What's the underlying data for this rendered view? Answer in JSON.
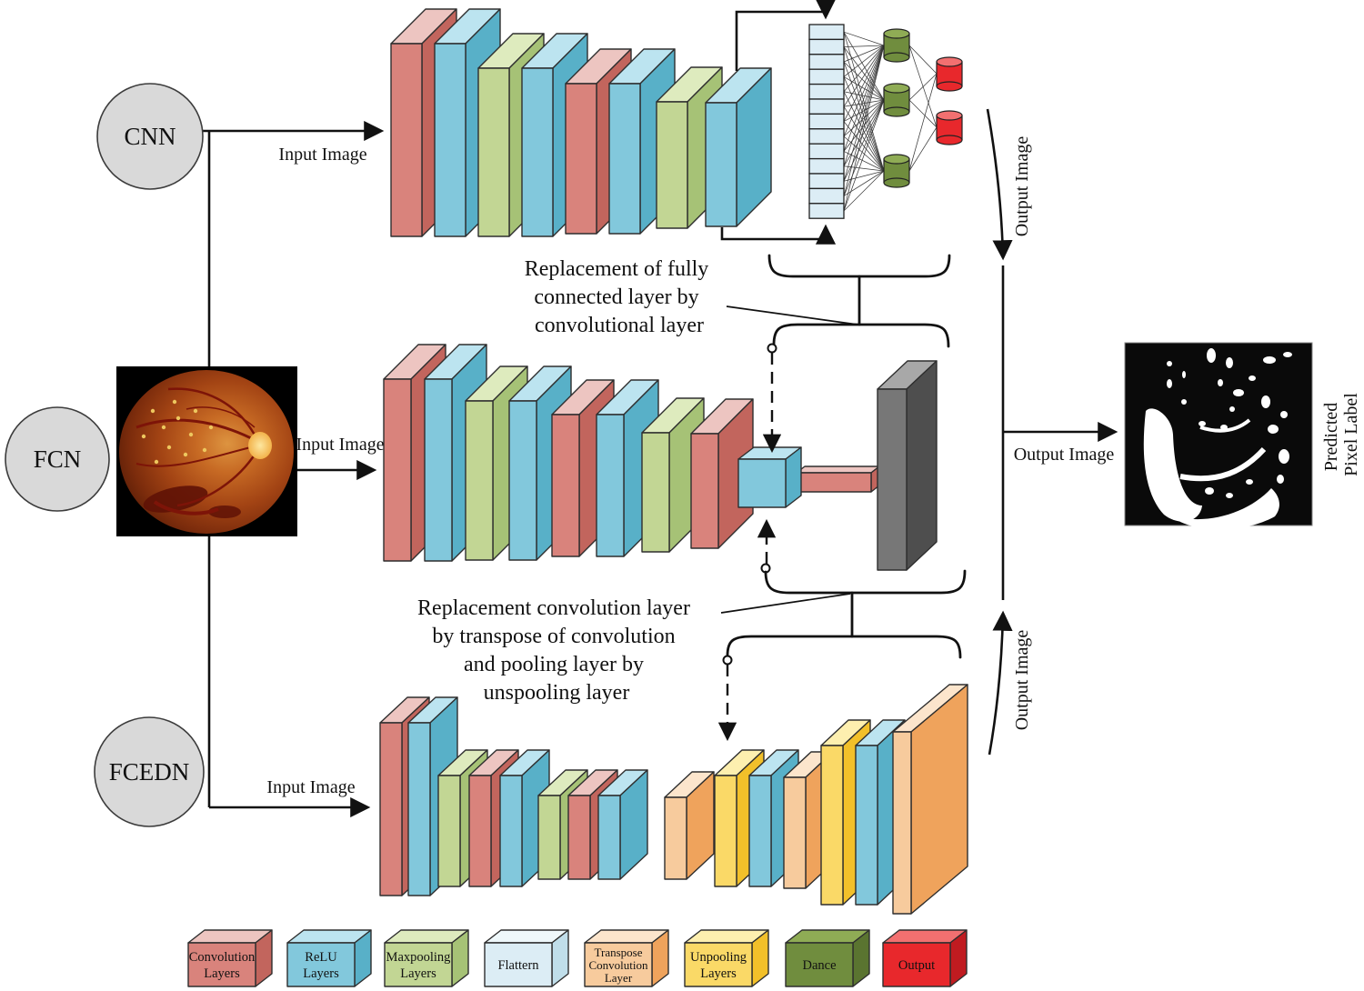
{
  "networks": {
    "cnn": "CNN",
    "fcn": "FCN",
    "fcedn": "FCEDN"
  },
  "labels": {
    "input_image": "Input Image",
    "output_image": "Output Image",
    "predicted_label_line1": "Predicted",
    "predicted_label_line2": "Pixel Label"
  },
  "annotations": {
    "note1": [
      "Replacement of fully",
      "connected layer by",
      "convolutional layer"
    ],
    "note2": [
      "Replacement  convolution layer",
      "by transpose of convolution",
      "and pooling layer by",
      "unspooling layer"
    ]
  },
  "layers": {
    "cnn": [
      "conv",
      "relu",
      "maxpool",
      "relu",
      "conv",
      "relu",
      "maxpool",
      "relu"
    ],
    "fcn": [
      "conv",
      "relu",
      "maxpool",
      "relu",
      "conv",
      "relu",
      "maxpool",
      "conv"
    ],
    "fcn_tail": [
      "relu",
      "conv",
      "gray"
    ],
    "fcedn": [
      "conv",
      "relu",
      "maxpool",
      "conv",
      "relu",
      "maxpool",
      "conv",
      "relu",
      "transpose",
      "unpool",
      "relu",
      "transpose",
      "unpool",
      "relu",
      "transpose"
    ]
  },
  "counts": {
    "flatten_cells": 13,
    "dance_nodes": 3,
    "output_nodes": 2
  },
  "legend": [
    {
      "type": "conv",
      "lines": [
        "Convolution",
        "Layers"
      ]
    },
    {
      "type": "relu",
      "lines": [
        "ReLU",
        "Layers"
      ]
    },
    {
      "type": "maxpool",
      "lines": [
        "Maxpooling",
        "Layers"
      ]
    },
    {
      "type": "flatten",
      "lines": [
        "Flattern"
      ]
    },
    {
      "type": "transpose",
      "lines": [
        "Transpose",
        "Convolution",
        "Layer"
      ]
    },
    {
      "type": "unpool",
      "lines": [
        "Unpooling",
        "Layers"
      ]
    },
    {
      "type": "dance",
      "lines": [
        "Dance"
      ]
    },
    {
      "type": "output",
      "lines": [
        "Output"
      ]
    }
  ],
  "colors": {
    "conv": {
      "front": "#D9837C",
      "top": "#EDC5C1",
      "side": "#C2655D"
    },
    "relu": {
      "front": "#82C8DC",
      "top": "#BCE4F0",
      "side": "#58B0C8"
    },
    "maxpool": {
      "front": "#C2D694",
      "top": "#DEEBBE",
      "side": "#A6C276"
    },
    "flatten": {
      "front": "#DCEDF5",
      "top": "#EFF8FB",
      "side": "#C0DEEA"
    },
    "transpose": {
      "front": "#F7CB9D",
      "top": "#FCE5CC",
      "side": "#EFA35C"
    },
    "unpool": {
      "front": "#FAD967",
      "top": "#FDEFAF",
      "side": "#F2C02A"
    },
    "dance": {
      "front": "#708D3E",
      "top": "#8FAC55",
      "side": "#5A7430"
    },
    "output": {
      "front": "#E8282C",
      "top": "#F27070",
      "side": "#C01B20"
    },
    "gray": {
      "front": "#777777",
      "top": "#A8A8A8",
      "side": "#4E4E4E"
    },
    "circle_fill": "#D9D9D9"
  }
}
